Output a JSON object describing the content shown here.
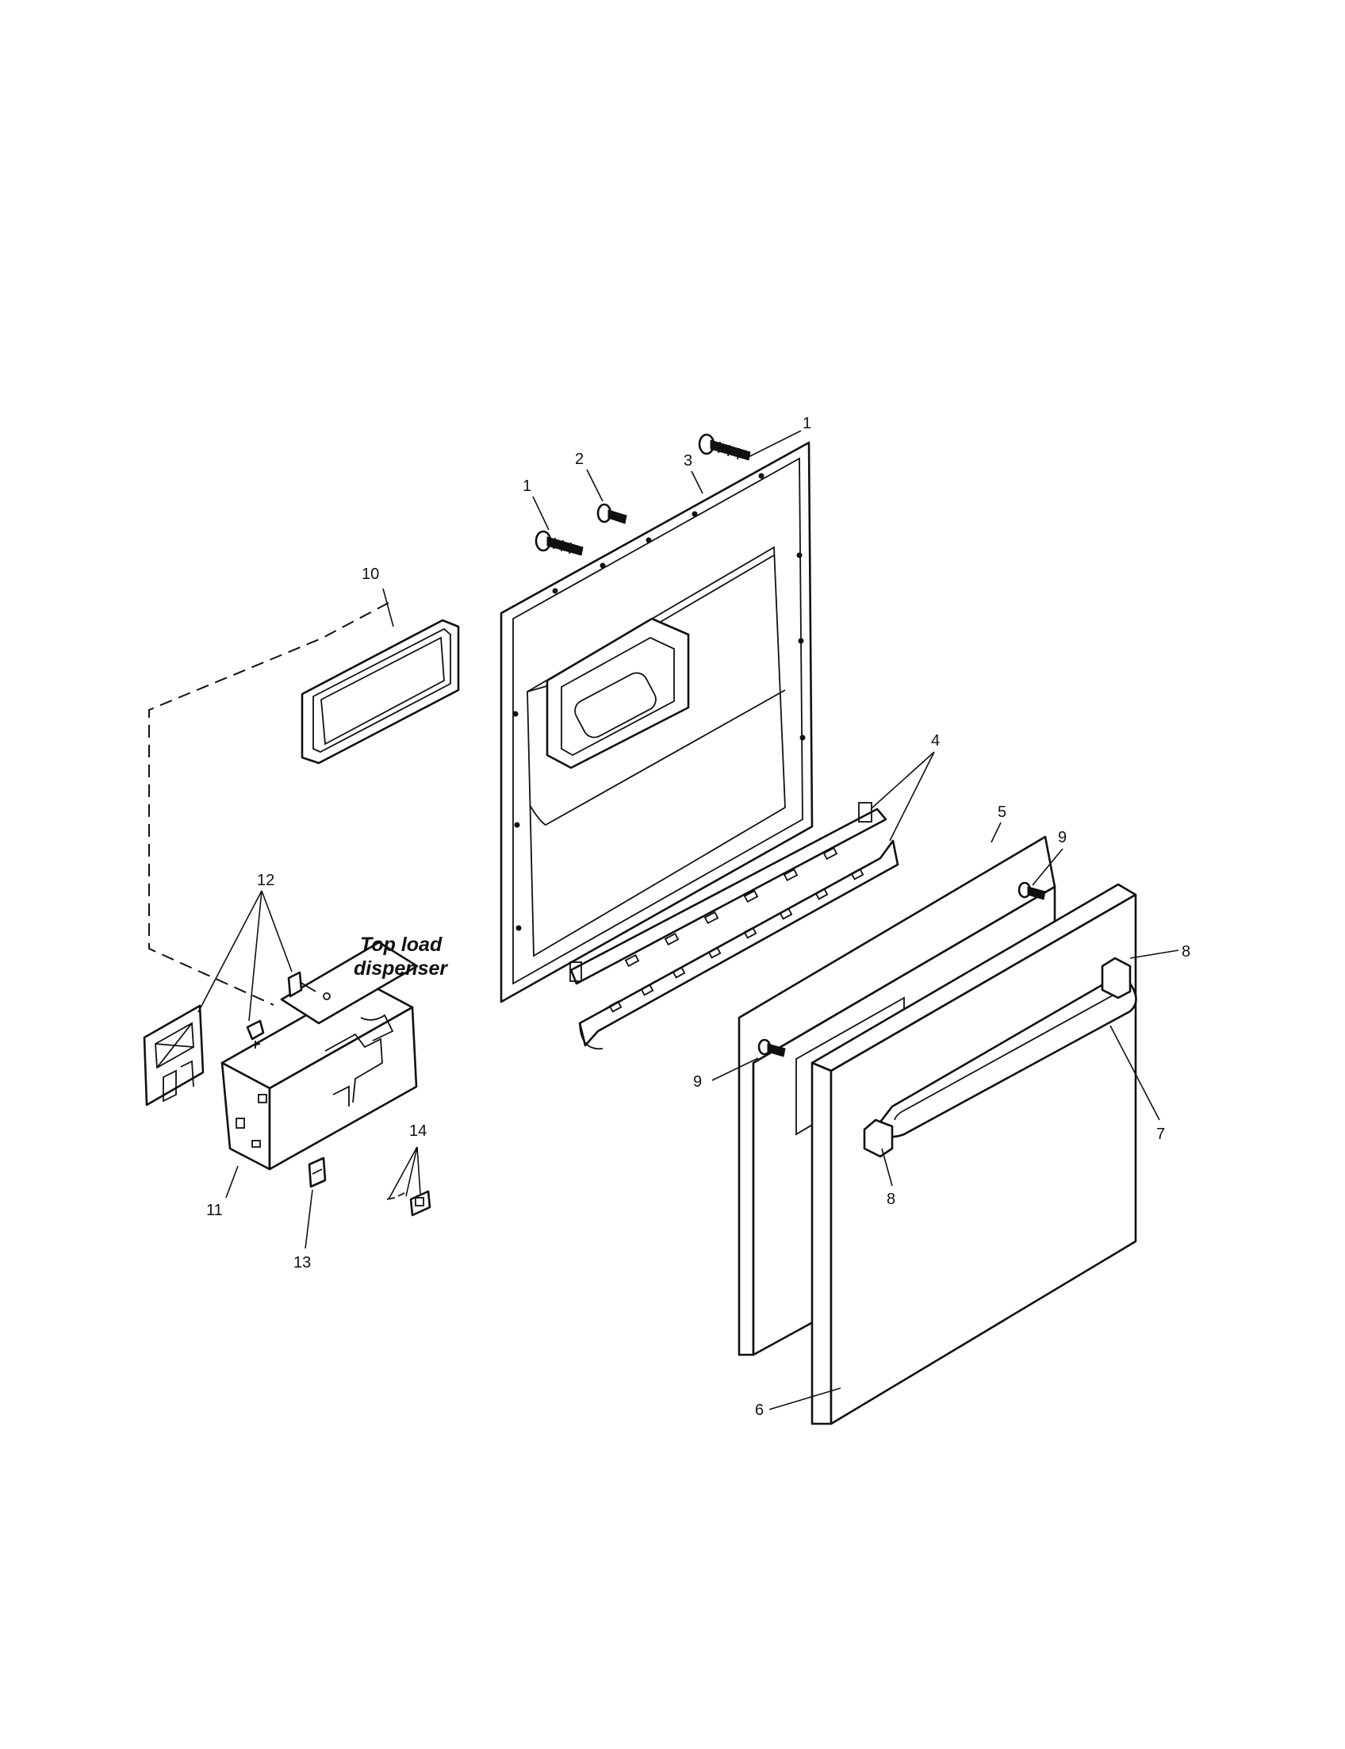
{
  "caption": {
    "line1": "Top load",
    "line2": "dispenser"
  },
  "callouts": {
    "c1a": "1",
    "c1b": "1",
    "c2": "2",
    "c3": "3",
    "c4": "4",
    "c5": "5",
    "c6": "6",
    "c7": "7",
    "c8a": "8",
    "c8b": "8",
    "c9a": "9",
    "c9b": "9",
    "c10": "10",
    "c11": "11",
    "c12": "12",
    "c13": "13",
    "c14": "14"
  }
}
